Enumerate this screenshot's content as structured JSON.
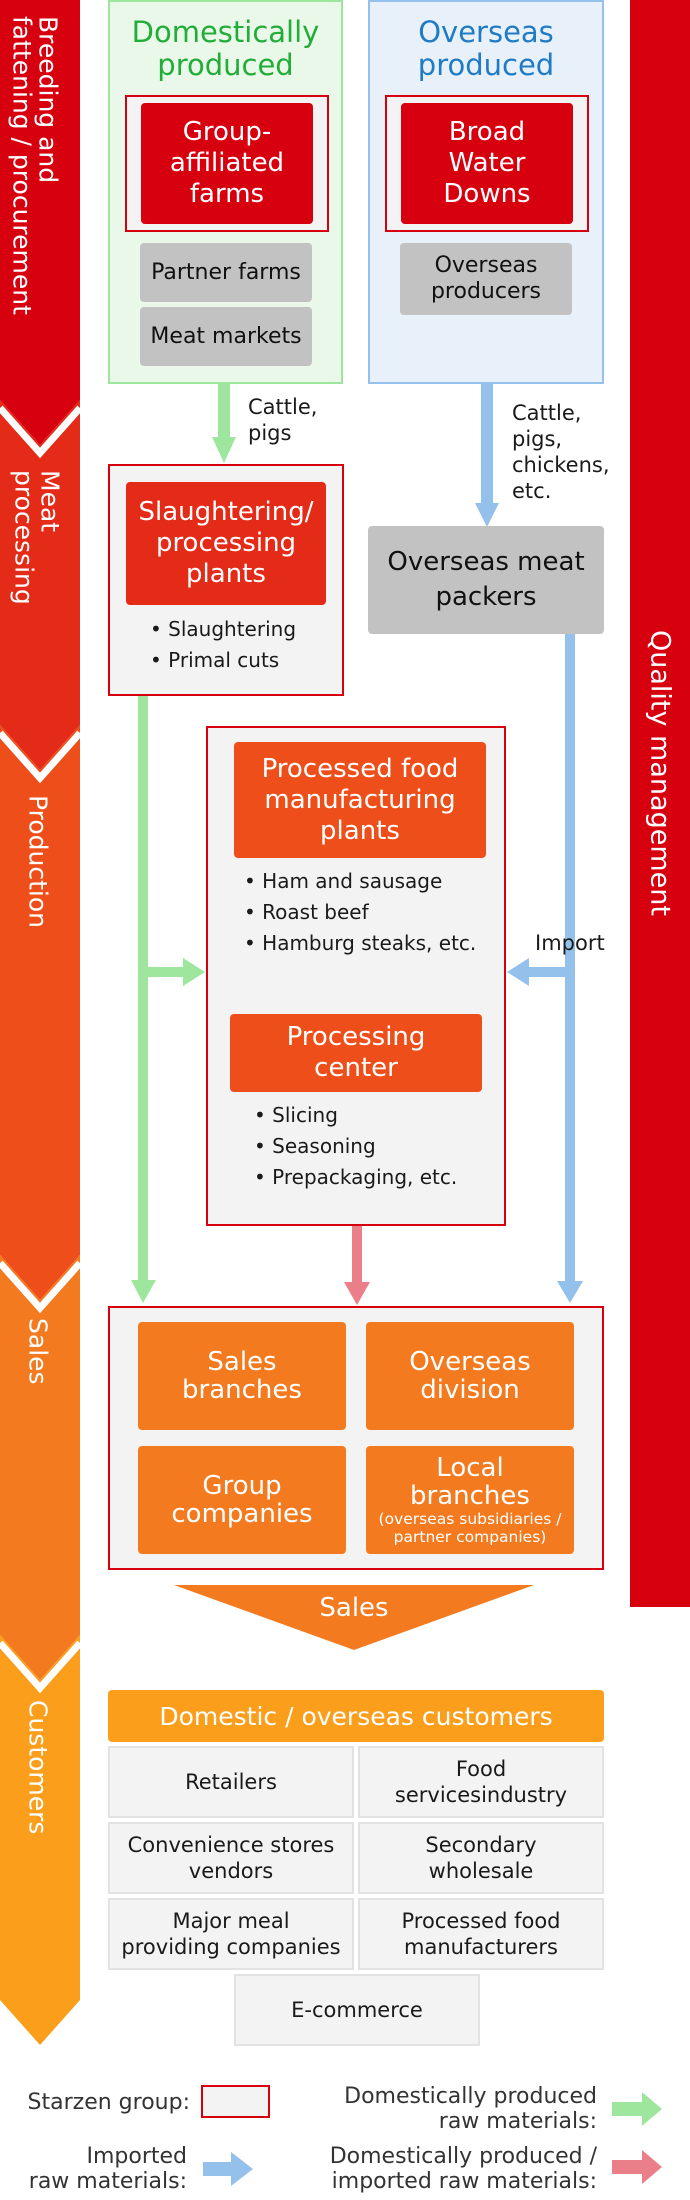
{
  "stages": [
    {
      "label": "Breeding and\nfattening / procurement",
      "color": "#D7000F"
    },
    {
      "label": "Meat\nprocessing",
      "color": "#E42B18"
    },
    {
      "label": "Production",
      "color": "#EE4F1A"
    },
    {
      "label": "Sales",
      "color": "#F47A1F"
    },
    {
      "label": "Customers",
      "color": "#FB9E1C"
    }
  ],
  "quality_bar": {
    "label": "Quality management",
    "color": "#D7000F"
  },
  "sources": {
    "domestic": {
      "title": "Domestically\nproduced",
      "title_color": "#22AC38",
      "group_tile": "Group-\naffiliated\nfarms",
      "tiles": [
        "Partner farms",
        "Meat markets"
      ],
      "flow_label": "Cattle,\npigs"
    },
    "overseas": {
      "title": "Overseas\nproduced",
      "title_color": "#1F7BC4",
      "group_tile": "Broad\nWater\nDowns",
      "tiles": [
        "Overseas\nproducers"
      ],
      "flow_label": "Cattle,\npigs,\nchickens,\netc."
    }
  },
  "meat_processing": {
    "title": "Slaughtering/\nprocessing\nplants",
    "bullets": [
      "Slaughtering",
      "Primal cuts"
    ],
    "overseas_packers": "Overseas meat\npackers"
  },
  "production": {
    "plants_title": "Processed food\nmanufacturing\nplants",
    "plants_bullets": [
      "Ham and sausage",
      "Roast beef",
      "Hamburg steaks, etc."
    ],
    "center_title": "Processing\ncenter",
    "center_bullets": [
      "Slicing",
      "Seasoning",
      "Prepackaging, etc."
    ],
    "import_label": "Import"
  },
  "sales": {
    "tiles": [
      {
        "title": "Sales\nbranches",
        "sub": ""
      },
      {
        "title": "Overseas\ndivision",
        "sub": ""
      },
      {
        "title": "Group\ncompanies",
        "sub": ""
      },
      {
        "title": "Local\nbranches",
        "sub": "(overseas subsidiaries /\npartner companies)"
      }
    ],
    "arrow_label": "Sales"
  },
  "customers": {
    "header": "Domestic / overseas customers",
    "cells": [
      "Retailers",
      "Food\nservicesindustry",
      "Convenience stores\nvendors",
      "Secondary\nwholesale",
      "Major meal\nproviding companies",
      "Processed food\nmanufacturers"
    ],
    "last_cell": "E-commerce"
  },
  "legend": {
    "group": "Starzen group:",
    "domestic": "Domestically produced\nraw materials:",
    "imported": "Imported\nraw materials:",
    "mixed": "Domestically produced /\nimported raw materials:"
  },
  "colors": {
    "green_arrow": "#9EE69E",
    "blue_arrow": "#93C1EC",
    "pink_arrow": "#EB7F89",
    "group_border": "#D7000F",
    "slaughter_red": "#E42B18",
    "production_orange": "#EE4F1A",
    "sales_orange": "#F47A1F",
    "customer_orange": "#FB9E1C"
  }
}
